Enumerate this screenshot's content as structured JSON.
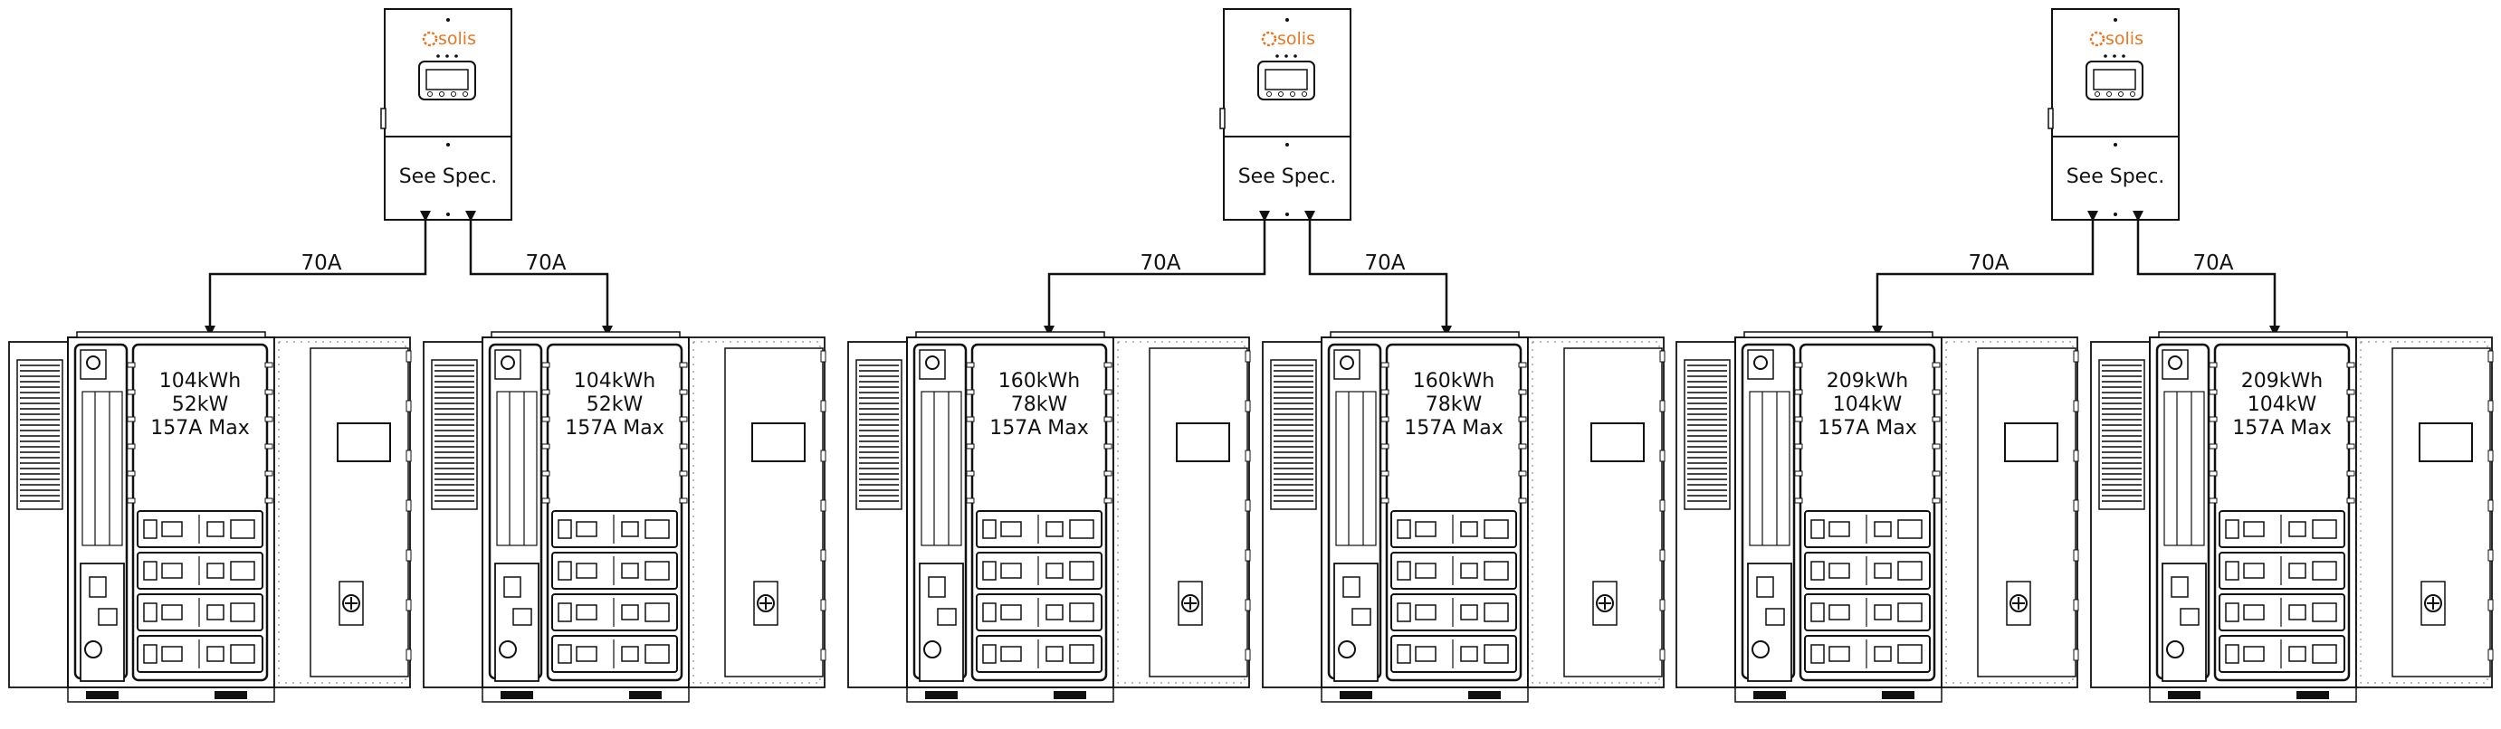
{
  "systems": [
    {
      "inverter": {
        "brand": "solis",
        "label": "See Spec."
      },
      "links": [
        {
          "label": "70A"
        },
        {
          "label": "70A"
        }
      ],
      "cabinets": [
        {
          "lines": [
            "104kWh",
            "52kW",
            "157A Max"
          ]
        },
        {
          "lines": [
            "104kWh",
            "52kW",
            "157A Max"
          ]
        }
      ]
    },
    {
      "inverter": {
        "brand": "solis",
        "label": "See Spec."
      },
      "links": [
        {
          "label": "70A"
        },
        {
          "label": "70A"
        }
      ],
      "cabinets": [
        {
          "lines": [
            "160kWh",
            "78kW",
            "157A Max"
          ]
        },
        {
          "lines": [
            "160kWh",
            "78kW",
            "157A Max"
          ]
        }
      ]
    },
    {
      "inverter": {
        "brand": "solis",
        "label": "See Spec."
      },
      "links": [
        {
          "label": "70A"
        },
        {
          "label": "70A"
        }
      ],
      "cabinets": [
        {
          "lines": [
            "209kWh",
            "104kW",
            "157A Max"
          ]
        },
        {
          "lines": [
            "209kWh",
            "104kW",
            "157A Max"
          ]
        }
      ]
    }
  ],
  "colors": {
    "brand": "#e87722",
    "line": "#111111",
    "fill": "#ffffff"
  }
}
